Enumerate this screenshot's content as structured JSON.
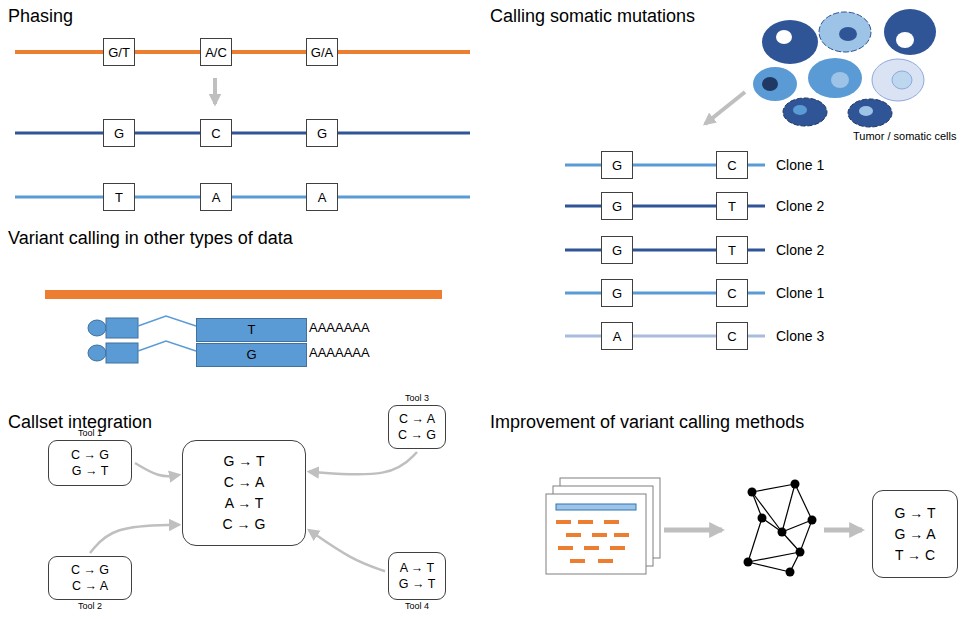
{
  "diagram": {
    "nodes": [
      {
        "text": [
          "G/T"
        ]
      },
      {
        "text": [
          "A/C"
        ]
      },
      {
        "text": [
          "G/A"
        ]
      },
      {
        "text": [
          "G"
        ]
      },
      {
        "text": [
          "C"
        ]
      },
      {
        "text": [
          "G"
        ]
      },
      {
        "text": [
          "T"
        ]
      },
      {
        "text": [
          "A"
        ]
      },
      {
        "text": [
          "A"
        ]
      },
      {
        "text": [
          "G"
        ]
      },
      {
        "text": [
          "C"
        ]
      },
      {
        "text": [
          "G"
        ]
      },
      {
        "text": [
          "T"
        ]
      },
      {
        "text": [
          "G"
        ]
      },
      {
        "text": [
          "T"
        ]
      },
      {
        "text": [
          "G"
        ]
      },
      {
        "text": [
          "C"
        ]
      },
      {
        "text": [
          "A"
        ]
      },
      {
        "text": [
          "C"
        ]
      },
      {
        "text": [
          "T"
        ]
      },
      {
        "text": [
          "G"
        ]
      },
      {
        "text": [
          "Tool 1",
          "C → G",
          "G → T"
        ]
      },
      {
        "text": [
          "Tool 2",
          "C → G",
          "C → A"
        ]
      },
      {
        "text": [
          "G → T",
          "C → A",
          "A → T",
          "C → G"
        ]
      },
      {
        "text": [
          "Tool 3",
          "C → A",
          "C → G"
        ]
      },
      {
        "text": [
          "Tool 4",
          "A → T",
          "G → T"
        ]
      },
      {
        "text": [
          "G → T",
          "G → A",
          "T → C"
        ]
      }
    ],
    "edges": [
      {
        "from": 21,
        "to": 23,
        "arrow": "to"
      },
      {
        "from": 22,
        "to": 23,
        "arrow": "to"
      },
      {
        "from": 24,
        "to": 23,
        "arrow": "to"
      },
      {
        "from": 25,
        "to": 23,
        "arrow": "to"
      }
    ],
    "labels": [
      "Phasing",
      "Calling somatic mutations",
      "Variant calling in other types of data",
      "Callset integration",
      "Improvement of variant calling methods",
      "Tumor / somatic cells",
      "Clone 1",
      "Clone 2",
      "Clone 2",
      "Clone 1",
      "Clone 3",
      "AAAAAAA",
      "AAAAAAA"
    ]
  }
}
